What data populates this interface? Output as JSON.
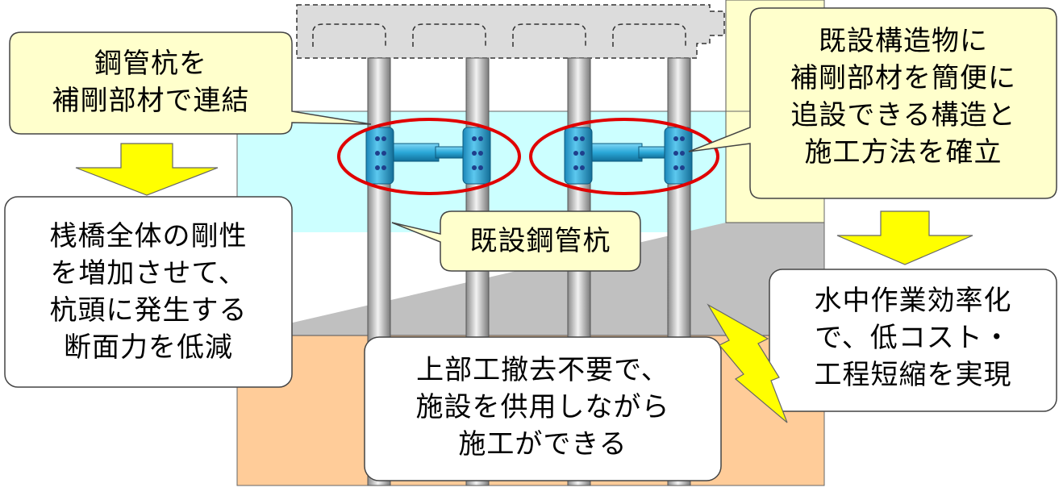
{
  "callouts": {
    "connect": "鋼管杭を\n補剛部材で連結",
    "structure": "既設構造物に\n補剛部材を簡便に\n追設できる構造と\n施工方法を確立",
    "pile": "既設鋼管杭",
    "stiffness": "桟橋全体の剛性\nを増加させて、\n杭頭に発生する\n断面力を低減",
    "underwater": "水中作業効率化\nで、低コスト・\n工程短縮を実現",
    "construction": "上部工撤去不要で、\n施設を供用しながら\n施工ができる"
  },
  "colors": {
    "water": "#ccffff",
    "seabed": "#c0c0c0",
    "soil": "#ffcc99",
    "wall": "#ffffcc",
    "pile": "#c8c8c8",
    "brace": "#33b3e0",
    "highlight": "#e00000",
    "callout_yellow": "#ffffcc",
    "callout_white": "#ffffff",
    "arrow": "#ffff00"
  }
}
